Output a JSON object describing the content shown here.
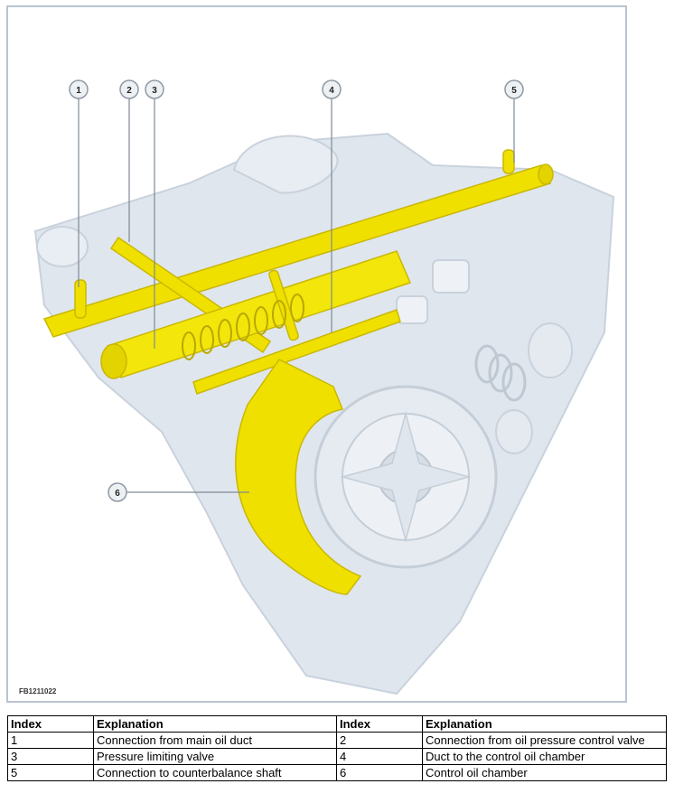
{
  "figure": {
    "id": "FB1211022",
    "callouts": [
      "1",
      "2",
      "3",
      "4",
      "5",
      "6"
    ],
    "colors": {
      "highlight": "#f0e000",
      "housing": "#dfe6ee",
      "frame": "#b8c4cf"
    }
  },
  "legend": {
    "headers": [
      "Index",
      "Explanation",
      "Index",
      "Explanation"
    ],
    "rows": [
      {
        "i1": "1",
        "e1": "Connection from main oil duct",
        "i2": "2",
        "e2": "Connection from oil pressure control valve"
      },
      {
        "i1": "3",
        "e1": "Pressure limiting valve",
        "i2": "4",
        "e2": "Duct to the control oil chamber"
      },
      {
        "i1": "5",
        "e1": "Connection to counterbalance shaft",
        "i2": "6",
        "e2": "Control oil chamber"
      }
    ]
  }
}
